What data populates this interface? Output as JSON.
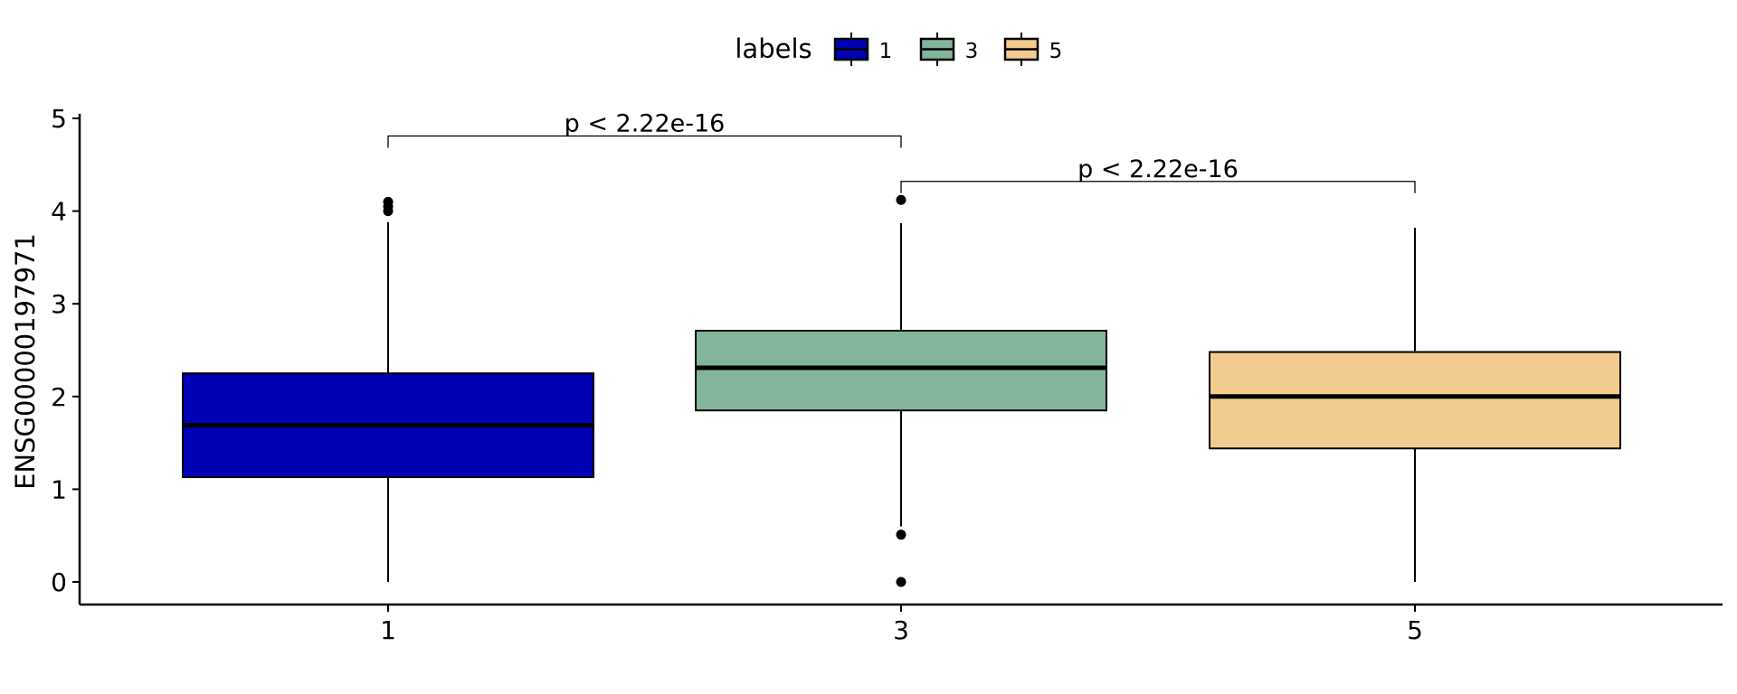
{
  "chart_data": {
    "type": "boxplot",
    "title": "",
    "xlabel": "",
    "ylabel": "ENSG00000197971",
    "ylim": [
      -0.25,
      5.05
    ],
    "yticks": [
      0,
      1,
      2,
      3,
      4,
      5
    ],
    "categories": [
      "1",
      "3",
      "5"
    ],
    "legend": {
      "title": "labels",
      "placement": "top",
      "entries": [
        "1",
        "3",
        "5"
      ]
    },
    "colors": [
      "#0000b4",
      "#83b59b",
      "#f2cb8e"
    ],
    "boxes": [
      {
        "label": "1",
        "whisker_low": 0.0,
        "q1": 1.13,
        "median": 1.69,
        "q3": 2.25,
        "whisker_high": 3.88,
        "outliers": [
          4.0,
          4.05,
          4.1
        ]
      },
      {
        "label": "3",
        "whisker_low": 0.6,
        "q1": 1.85,
        "median": 2.31,
        "q3": 2.71,
        "whisker_high": 3.87,
        "outliers": [
          4.12,
          0.51,
          0.0
        ]
      },
      {
        "label": "5",
        "whisker_low": 0.0,
        "q1": 1.44,
        "median": 2.0,
        "q3": 2.48,
        "whisker_high": 3.82,
        "outliers": []
      }
    ],
    "comparisons": [
      {
        "from": "1",
        "to": "3",
        "y": 4.81,
        "label": "p < 2.22e-16"
      },
      {
        "from": "3",
        "to": "5",
        "y": 4.32,
        "label": "p < 2.22e-16"
      }
    ]
  }
}
